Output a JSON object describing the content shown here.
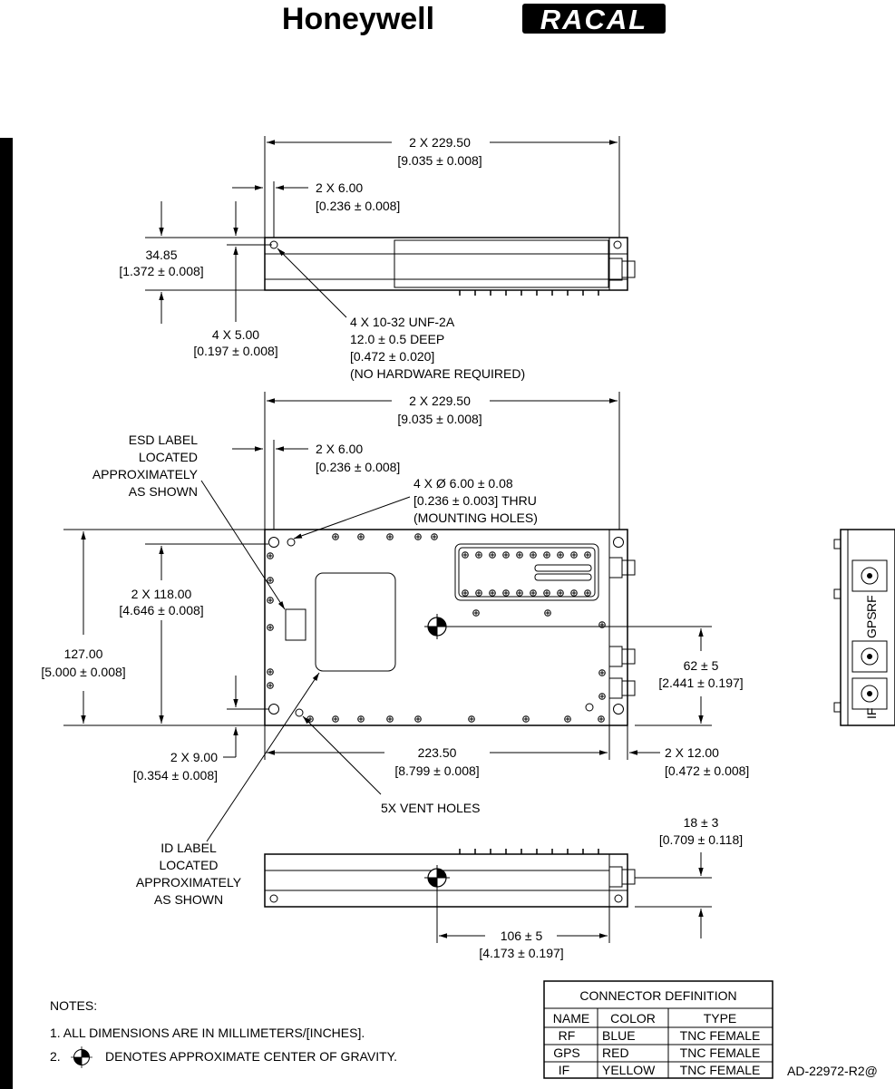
{
  "logos": {
    "honeywell": "Honeywell",
    "racal": "RACAL"
  },
  "top_view": {
    "width": [
      "2 X 229.50",
      "[9.035 ± 0.008]"
    ],
    "offset": [
      "2 X 6.00",
      "[0.236 ± 0.008]"
    ],
    "height": [
      "34.85",
      "[1.372 ± 0.008]"
    ],
    "hole_offset": [
      "4 X 5.00",
      "[0.197 ± 0.008]"
    ],
    "thread": [
      "4 X 10-32 UNF-2A",
      "12.0 ± 0.5 DEEP",
      "[0.472 ± 0.020]",
      "(NO HARDWARE REQUIRED)"
    ]
  },
  "plan_view": {
    "width": [
      "2 X 229.50",
      "[9.035 ± 0.008]"
    ],
    "offset": [
      "2 X 6.00",
      "[0.236 ± 0.008]"
    ],
    "esd_label": [
      "ESD LABEL",
      "LOCATED",
      "APPROXIMATELY",
      "AS SHOWN"
    ],
    "holes": [
      "4 X Ø 6.00 ± 0.08",
      "[0.236 ± 0.003] THRU",
      "(MOUNTING HOLES)"
    ],
    "hole_spacing": [
      "2 X 118.00",
      "[4.646 ± 0.008]"
    ],
    "overall_height": [
      "127.00",
      "[5.000 ± 0.008]"
    ],
    "cg_offset": [
      "62 ± 5",
      "[2.441 ± 0.197]"
    ],
    "bottom_hole": [
      "2 X 9.00",
      "[0.354 ± 0.008]"
    ],
    "length": [
      "223.50",
      "[8.799 ± 0.008]"
    ],
    "right_offset": [
      "2 X 12.00",
      "[0.472 ± 0.008]"
    ],
    "vent": "5X VENT HOLES"
  },
  "side_view": {
    "id_label": [
      "ID LABEL",
      "LOCATED",
      "APPROXIMATELY",
      "AS SHOWN"
    ],
    "height_cg": [
      "18 ± 3",
      "[0.709 ± 0.118]"
    ],
    "length_cg": [
      "106 ± 5",
      "[4.173 ± 0.197]"
    ]
  },
  "end_view": {
    "labels": [
      "GPS",
      "RF",
      "IF"
    ]
  },
  "notes": {
    "heading": "NOTES:",
    "items": [
      "1.  ALL DIMENSIONS ARE IN MILLIMETERS/[INCHES].",
      "2.",
      "DENOTES APPROXIMATE CENTER OF GRAVITY."
    ]
  },
  "connector_table": {
    "title": "CONNECTOR DEFINITION",
    "headers": [
      "NAME",
      "COLOR",
      "TYPE"
    ],
    "rows": [
      [
        "RF",
        "BLUE",
        "TNC FEMALE"
      ],
      [
        "GPS",
        "RED",
        "TNC FEMALE"
      ],
      [
        "IF",
        "YELLOW",
        "TNC FEMALE"
      ]
    ]
  },
  "drawing_number": "AD-22972-R2@"
}
